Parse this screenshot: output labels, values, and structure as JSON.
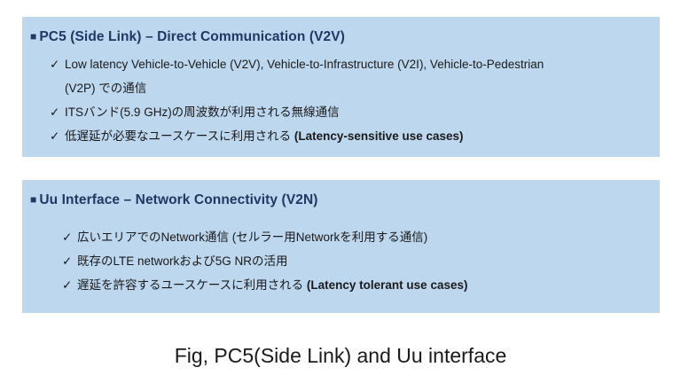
{
  "markers": {
    "square": "■",
    "check": "✓"
  },
  "colors": {
    "box_background": "#BDD7EE",
    "heading_text": "#1F3864",
    "body_text": "#1A1A1A"
  },
  "boxes": [
    {
      "title": "PC5 (Side Link) – Direct Communication (V2V)",
      "bullets": [
        {
          "text": "Low latency Vehicle-to-Vehicle (V2V), Vehicle-to-Infrastructure (V2I), Vehicle-to-Pedestrian",
          "text2": "(V2P) での通信"
        },
        {
          "text": "ITSバンド(5.9 GHz)の周波数が利用される無線通信"
        },
        {
          "text": "低遅延が必要なユースケースに利用される ",
          "bold": "(Latency-sensitive use cases)"
        }
      ]
    },
    {
      "title": "Uu Interface – Network Connectivity (V2N)",
      "bullets": [
        {
          "text": "広いエリアでのNetwork通信 (セルラー用Networkを利用する通信)"
        },
        {
          "text": "既存のLTE networkおよび5G NRの活用"
        },
        {
          "text": "遅延を許容するユースケースに利用される ",
          "bold": "(Latency tolerant use cases)"
        }
      ]
    }
  ],
  "caption": "Fig, PC5(Side Link) and Uu interface"
}
